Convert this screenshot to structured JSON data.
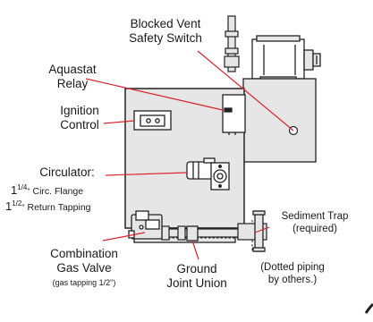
{
  "labels": {
    "blocked_vent": [
      "Blocked Vent",
      "Safety Switch"
    ],
    "aquastat": [
      "Aquastat",
      "Relay"
    ],
    "ignition": [
      "Ignition",
      "Control"
    ],
    "circulator": "Circulator:",
    "circ_flange": {
      "whole": "1",
      "frac": "1/4",
      "unit": "\"",
      "text": " Circ. Flange"
    },
    "return_tap": {
      "whole": "1",
      "frac": "1/2",
      "unit": "\"",
      "text": " Return Tapping"
    },
    "sediment": [
      "Sediment Trap",
      "(required)"
    ],
    "gas_valve": [
      "Combination",
      "Gas Valve"
    ],
    "gas_tapping": "(gas tapping 1/2\")",
    "union": [
      "Ground",
      "Joint Union"
    ],
    "dotted": [
      "(Dotted piping",
      "by others.)"
    ]
  },
  "colors": {
    "leader": "#d9232d",
    "outline": "#222222",
    "panel_fill": "#e6e6e6",
    "background": "#ffffff"
  }
}
